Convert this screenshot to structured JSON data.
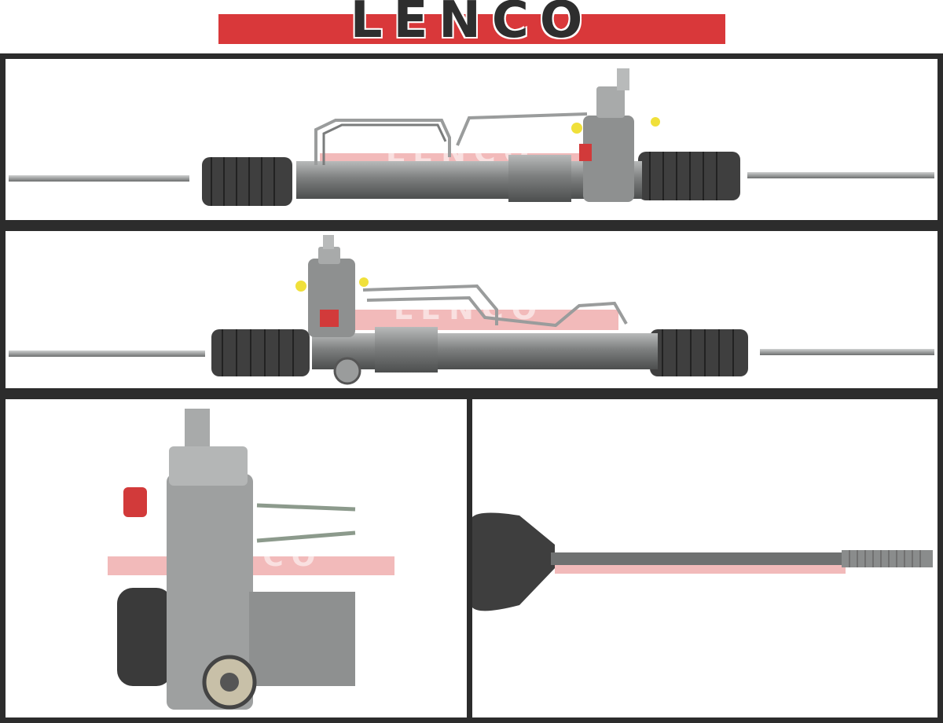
{
  "brand": {
    "logo_text": "LENCO",
    "logo_red": "#d9383a",
    "logo_dark": "#2e2e2e"
  },
  "watermark": {
    "text": "LENCO",
    "red": "#d9383a"
  },
  "colors": {
    "frame": "#2c2c2c",
    "metal": "#8a8c8c",
    "boot": "#3d3d3d",
    "pipe": "#9a9c9c",
    "port_red": "#d23a3a",
    "port_yellow": "#f0e03a"
  },
  "panels": [
    {
      "name": "rack-view-front"
    },
    {
      "name": "rack-view-rear"
    },
    {
      "name": "valve-housing-closeup"
    },
    {
      "name": "tie-rod-closeup"
    }
  ]
}
